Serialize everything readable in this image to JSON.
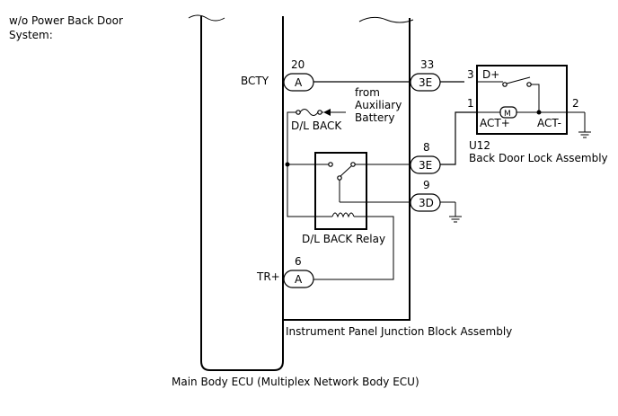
{
  "header": {
    "line1": "w/o Power Back Door",
    "line2": "System:"
  },
  "ecu": {
    "label": "Main Body ECU (Multiplex Network Body ECU)",
    "bcty_label": "BCTY",
    "trplus_label": "TR+"
  },
  "junction_block": {
    "label": "Instrument Panel Junction Block Assembly",
    "fuse_label": "D/L BACK",
    "relay_label": "D/L BACK Relay",
    "aux_source": [
      "from",
      "Auxiliary",
      "Battery"
    ]
  },
  "connectors": [
    {
      "id": "A",
      "pin": "20"
    },
    {
      "id": "3E",
      "pin": "33"
    },
    {
      "id": "3E",
      "pin": "8"
    },
    {
      "id": "3D",
      "pin": "9"
    },
    {
      "id": "A",
      "pin": "6"
    }
  ],
  "lock_assembly": {
    "code": "U12",
    "name": "Back Door Lock Assembly",
    "terminals": {
      "d_plus": "D+",
      "act_plus": "ACT+",
      "act_minus": "ACT-"
    },
    "pins": {
      "p3": "3",
      "p1": "1",
      "p2": "2"
    },
    "motor_symbol": "M"
  }
}
